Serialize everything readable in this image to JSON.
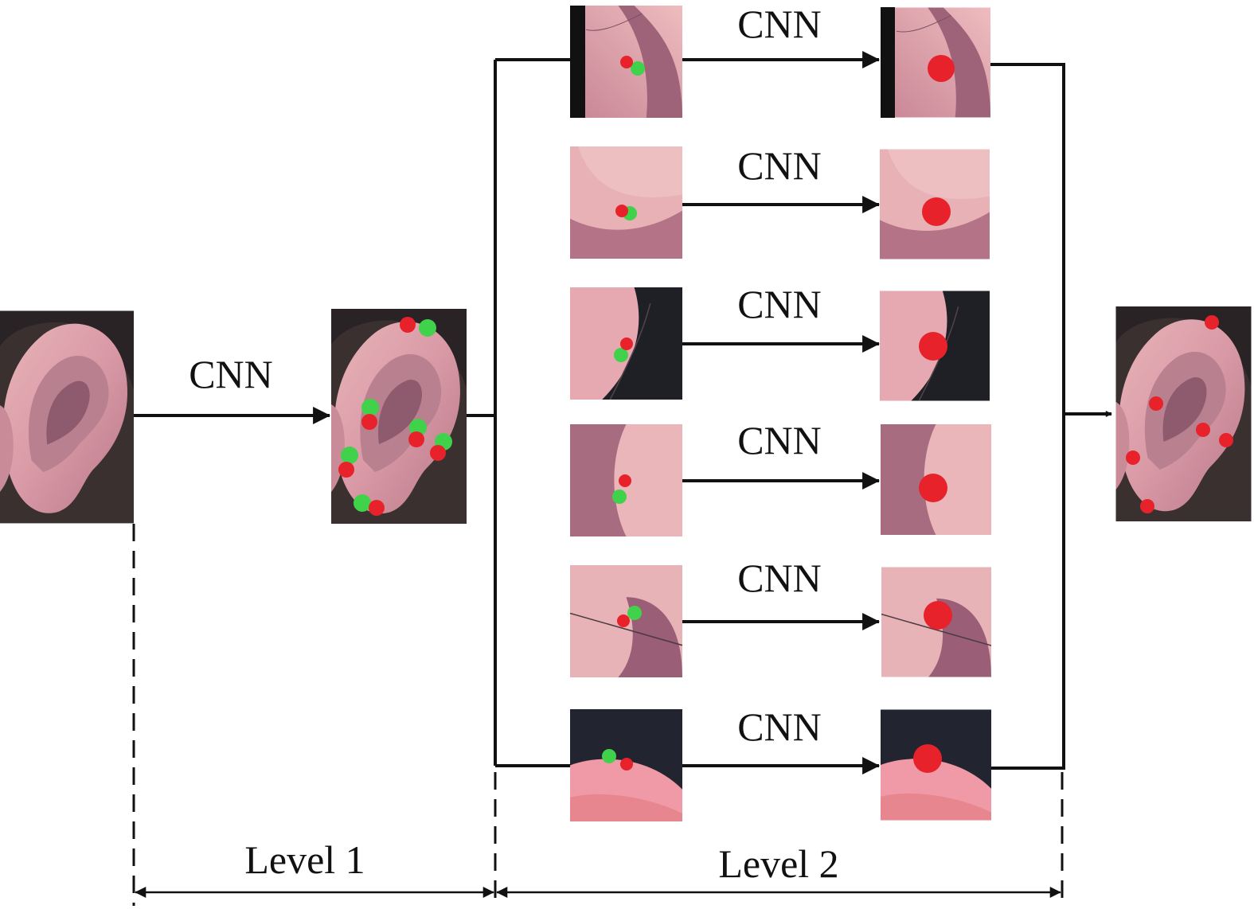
{
  "diagram": {
    "level1_cnn_label": "CNN",
    "level2_cnn_labels": [
      "CNN",
      "CNN",
      "CNN",
      "CNN",
      "CNN",
      "CNN"
    ],
    "level1_label": "Level 1",
    "level2_label": "Level 2"
  },
  "colors": {
    "predicted_point": "#e8222a",
    "ground_truth_point": "#3fd24a",
    "skin": "#d99aa6",
    "hair": "#1e2230",
    "line": "#111111"
  }
}
